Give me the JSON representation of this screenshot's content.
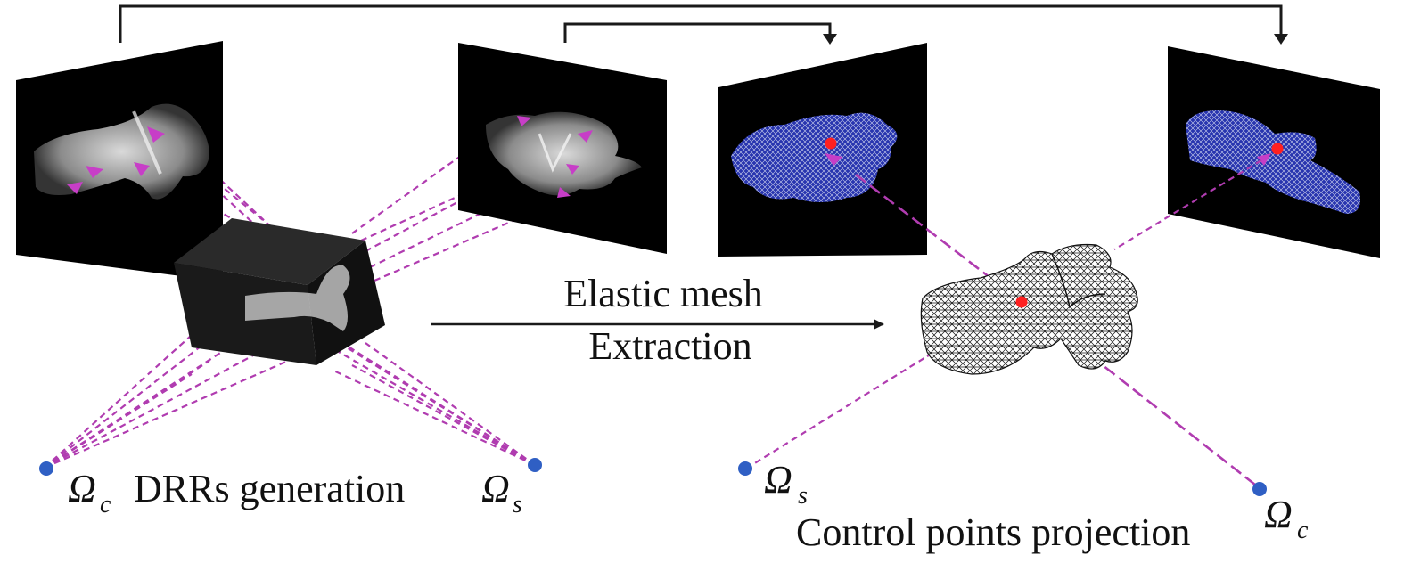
{
  "labels": {
    "mesh_line1": "Elastic mesh",
    "mesh_line2": "Extraction",
    "drr": "DRRs generation",
    "control": "Control points projection"
  },
  "sources": {
    "omega_c_left": {
      "symbol": "Ω",
      "sub": "c"
    },
    "omega_s_left": {
      "symbol": "Ω",
      "sub": "s"
    },
    "omega_s_right": {
      "symbol": "Ω",
      "sub": "s"
    },
    "omega_c_right": {
      "symbol": "Ω",
      "sub": "c"
    }
  },
  "colors": {
    "ray": "#b03cb0",
    "source_dot": "#2f5fc4",
    "control_point": "#ff2020",
    "panel_bg": "#000000",
    "mesh_overlay": "#3a4fd8",
    "bone": "#d8d8d8",
    "arrow": "#1a1a1a"
  },
  "icons": {
    "triangle_marker": "magenta-triangle-icon",
    "source": "blue-dot-icon",
    "control_point": "red-dot-icon"
  }
}
